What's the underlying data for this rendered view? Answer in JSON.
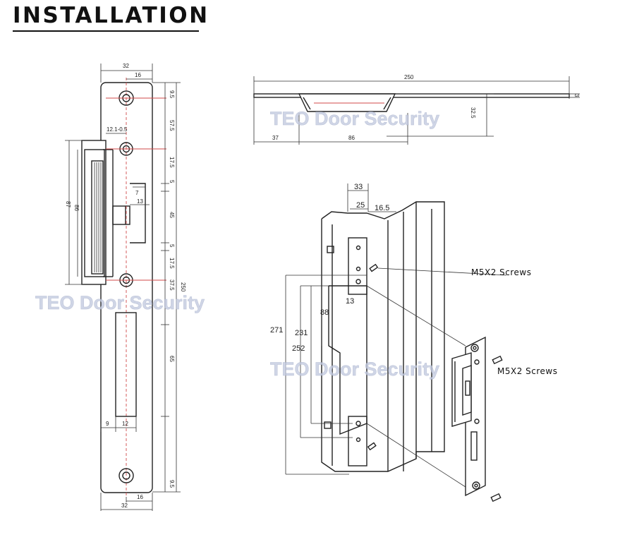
{
  "title": "INSTALLATION",
  "watermark": "TEO Door Security",
  "front_view": {
    "dims": {
      "top_width": "32",
      "top_half": "16",
      "keeper_width": "12.1-0.5",
      "d_9_5_top": "9.5",
      "d_57_5": "57.5",
      "d_17_5_a": "17.5",
      "d_5_a": "5",
      "d_7": "7",
      "d_13": "13",
      "d_45": "45",
      "d_5_b": "5",
      "d_17_5_b": "17.5",
      "d_37_5": "37.5",
      "total": "250",
      "d_65": "65",
      "h_87": "87",
      "h_86": "86",
      "d_9": "9",
      "d_12": "12",
      "d_9_5_bottom": "9.5",
      "bottom_width": "32",
      "bottom_half": "16"
    }
  },
  "side_view": {
    "dims": {
      "length": "250",
      "thickness": "3",
      "depth": "32.5",
      "offset": "37",
      "body": "86"
    }
  },
  "iso_view": {
    "dims": {
      "d33": "33",
      "d25": "25",
      "d16_5": "16.5",
      "d13": "13",
      "d271": "271",
      "d231": "231",
      "d252": "252",
      "d88": "88"
    },
    "screw_label_1": "M5X2 Screws",
    "screw_label_2": "M5X2 Screws"
  },
  "colors": {
    "line": "#222222",
    "center_line": "#d24a4a",
    "watermark": "#c4cbe0"
  }
}
